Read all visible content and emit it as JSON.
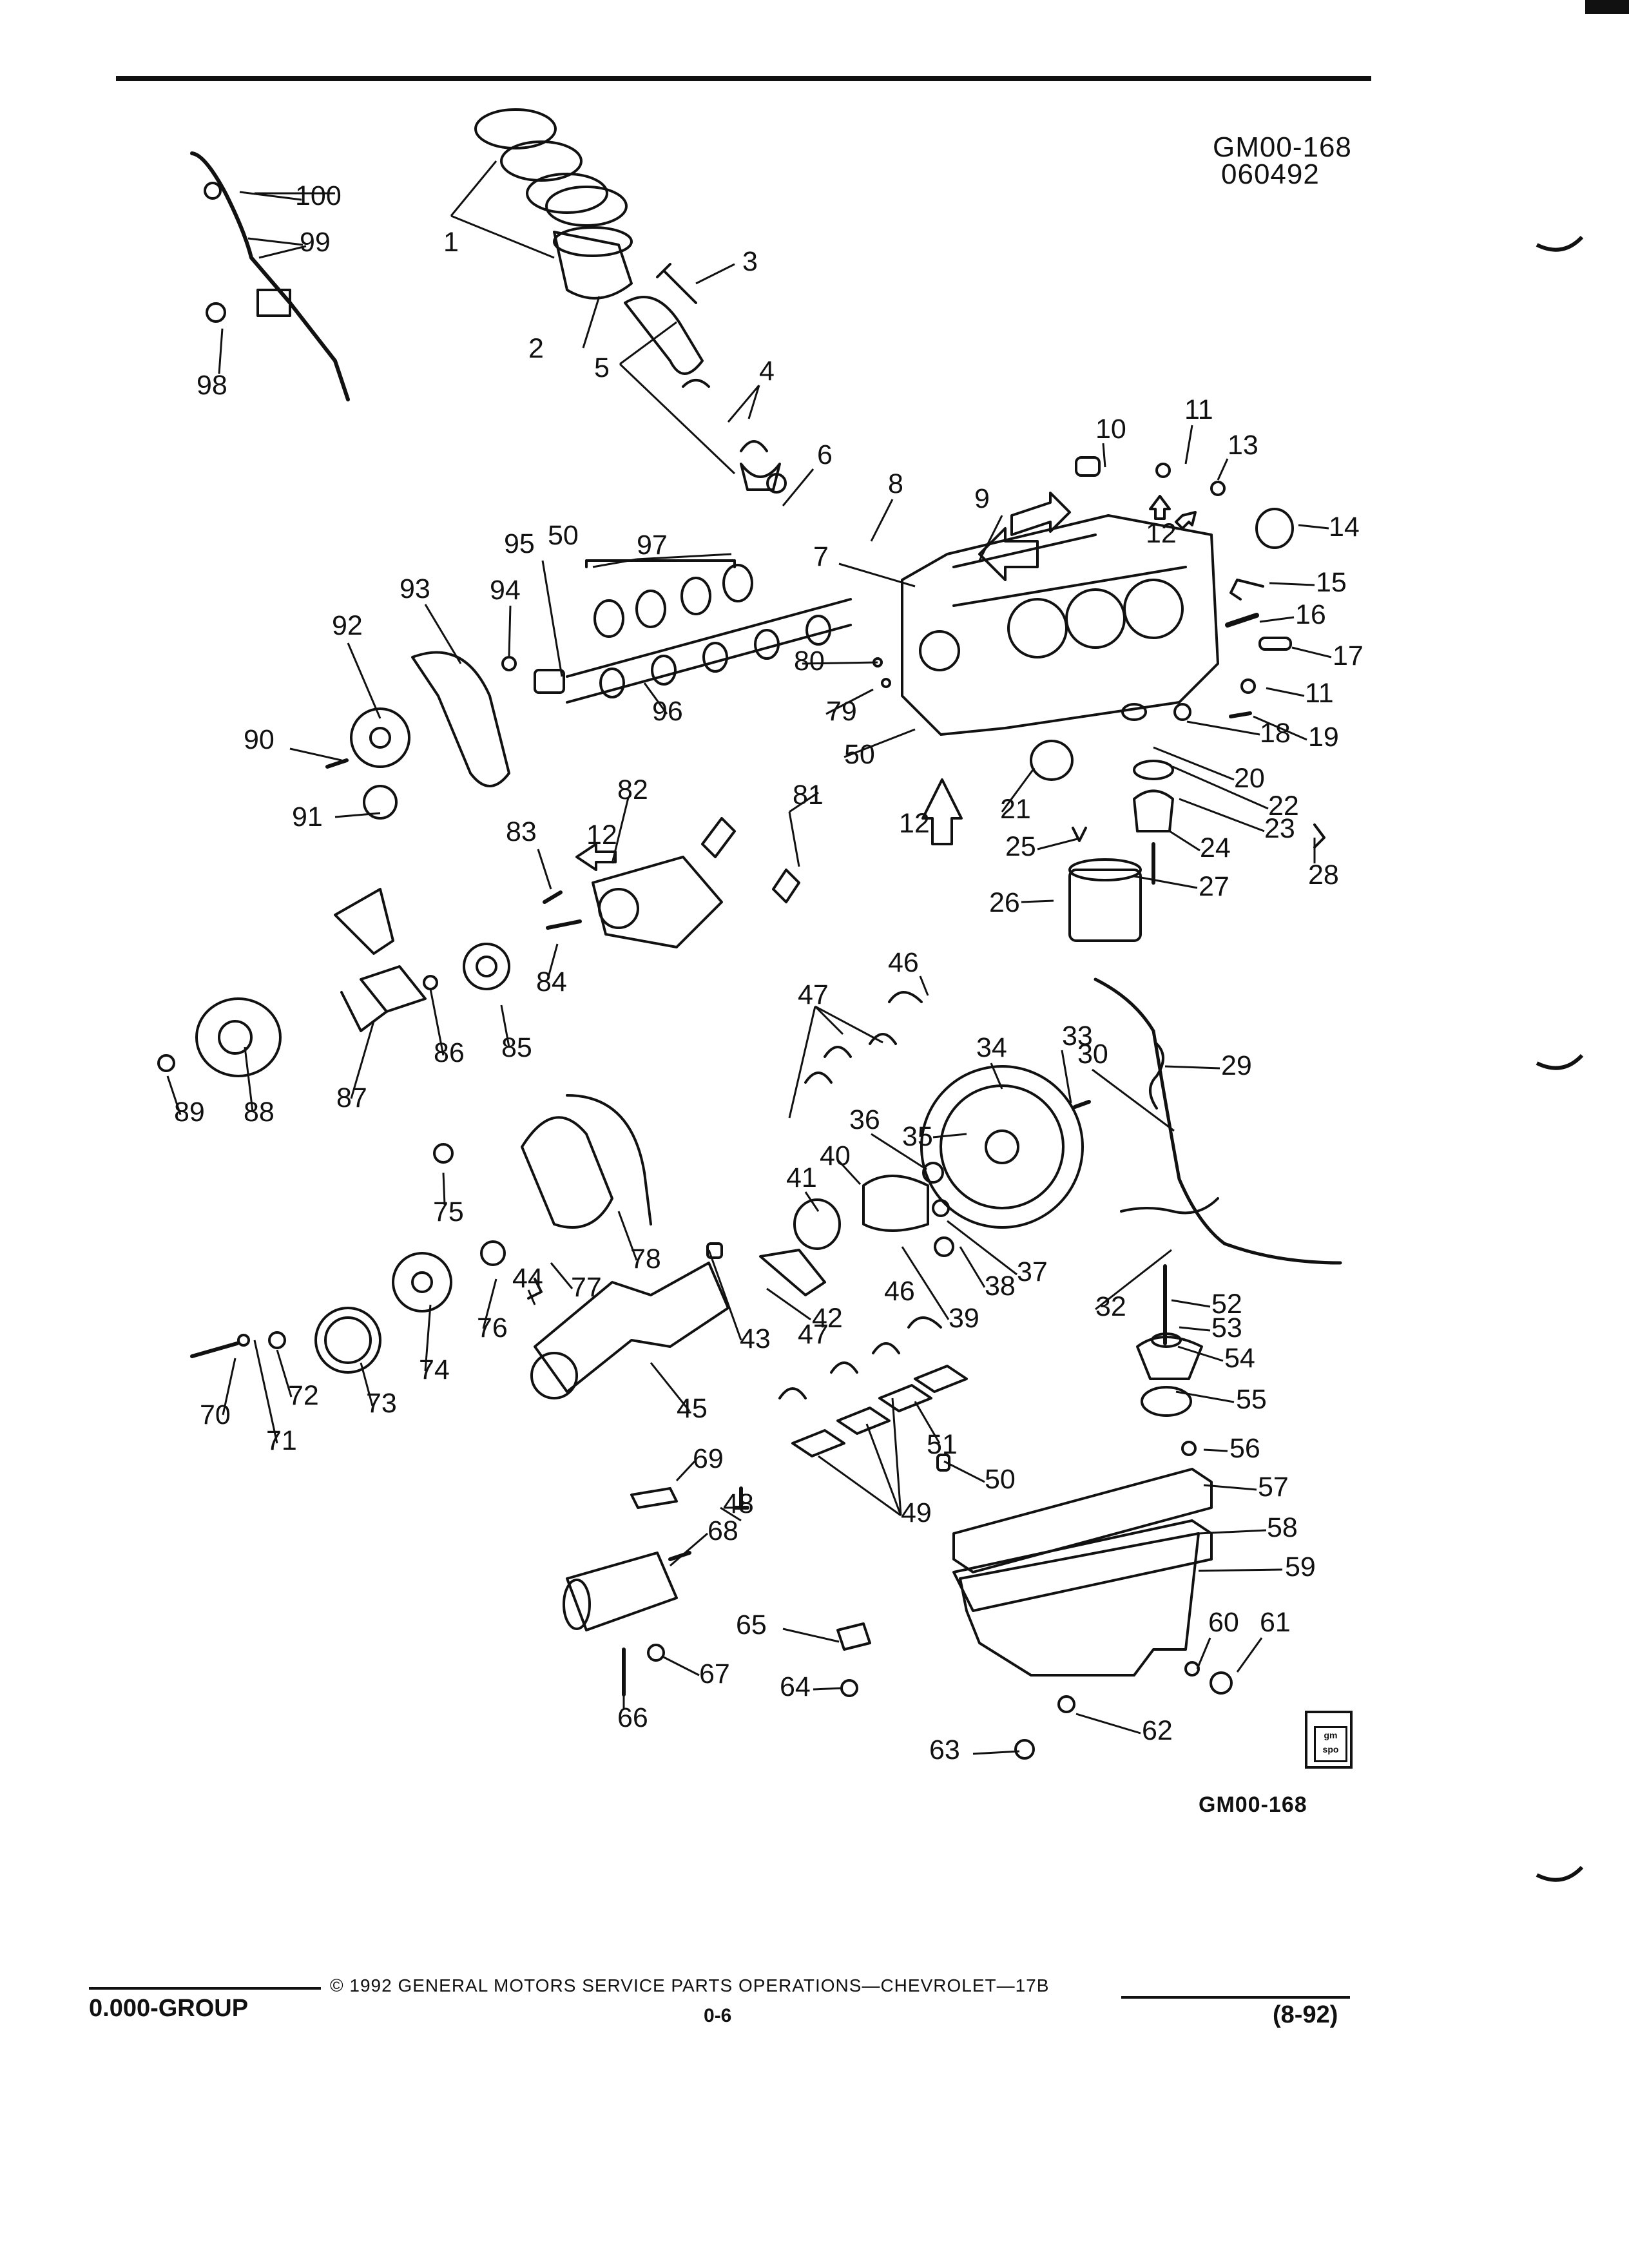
{
  "header": {
    "ref_code": "GM00-168",
    "ref_date": "060492"
  },
  "diagram": {
    "callouts": [
      "1",
      "2",
      "3",
      "4",
      "5",
      "6",
      "7",
      "8",
      "9",
      "10",
      "11",
      "12",
      "13",
      "14",
      "15",
      "16",
      "17",
      "18",
      "19",
      "20",
      "21",
      "22",
      "23",
      "24",
      "25",
      "26",
      "27",
      "28",
      "29",
      "30",
      "32",
      "33",
      "34",
      "35",
      "36",
      "37",
      "38",
      "39",
      "40",
      "41",
      "42",
      "43",
      "44",
      "45",
      "46",
      "47",
      "48",
      "49",
      "50",
      "51",
      "52",
      "53",
      "54",
      "55",
      "56",
      "57",
      "58",
      "59",
      "60",
      "61",
      "62",
      "63",
      "64",
      "65",
      "66",
      "67",
      "68",
      "69",
      "70",
      "71",
      "72",
      "73",
      "74",
      "75",
      "76",
      "77",
      "78",
      "79",
      "80",
      "81",
      "82",
      "83",
      "84",
      "85",
      "86",
      "87",
      "88",
      "89",
      "90",
      "91",
      "92",
      "93",
      "94",
      "95",
      "96",
      "97",
      "98",
      "99",
      "100"
    ],
    "figure_label": "GM00-168",
    "logo_text": "gm spo"
  },
  "footer": {
    "group": "0.000-GROUP",
    "copyright": "© 1992 GENERAL MOTORS SERVICE PARTS OPERATIONS—CHEVROLET—17B",
    "page": "0-6",
    "revision": "(8-92)"
  }
}
